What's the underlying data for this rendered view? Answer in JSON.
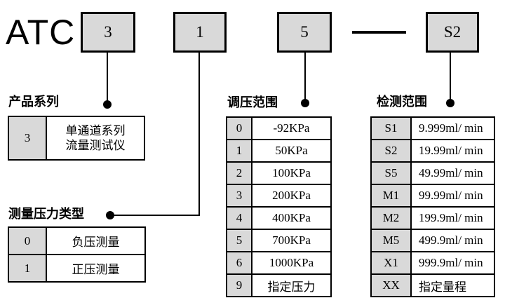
{
  "model_code": {
    "prefix": "ATC",
    "series": "3",
    "pressure_type": "1",
    "pressure_range": "5",
    "separator": "—",
    "detection_range": "S2"
  },
  "product_series": {
    "title": "产品系列",
    "rows": [
      {
        "code": "3",
        "value_line1": "单通道系列",
        "value_line2": "流量测试仪"
      }
    ]
  },
  "pressure_type": {
    "title": "测量压力类型",
    "rows": [
      {
        "code": "0",
        "value": "负压测量"
      },
      {
        "code": "1",
        "value": "正压测量"
      }
    ]
  },
  "pressure_range": {
    "title": "调压范围",
    "rows": [
      {
        "code": "0",
        "value": "-92KPa"
      },
      {
        "code": "1",
        "value": "50KPa"
      },
      {
        "code": "2",
        "value": "100KPa"
      },
      {
        "code": "3",
        "value": "200KPa"
      },
      {
        "code": "4",
        "value": "400KPa"
      },
      {
        "code": "5",
        "value": "700KPa"
      },
      {
        "code": "6",
        "value": "1000KPa"
      },
      {
        "code": "9",
        "value": "指定压力"
      }
    ]
  },
  "detection_range": {
    "title": "检测范围",
    "rows": [
      {
        "code": "S1",
        "value": "9.999ml/ min"
      },
      {
        "code": "S2",
        "value": "19.99ml/ min"
      },
      {
        "code": "S5",
        "value": "49.99ml/ min"
      },
      {
        "code": "M1",
        "value": "99.99ml/ min"
      },
      {
        "code": "M2",
        "value": "199.9ml/ min"
      },
      {
        "code": "M5",
        "value": "499.9ml/ min"
      },
      {
        "code": "X1",
        "value": "999.9ml/ min"
      },
      {
        "code": "XX",
        "value": "指定量程"
      }
    ]
  },
  "colors": {
    "box_fill": "#d9d9d9",
    "line": "#000000",
    "background": "#ffffff"
  }
}
